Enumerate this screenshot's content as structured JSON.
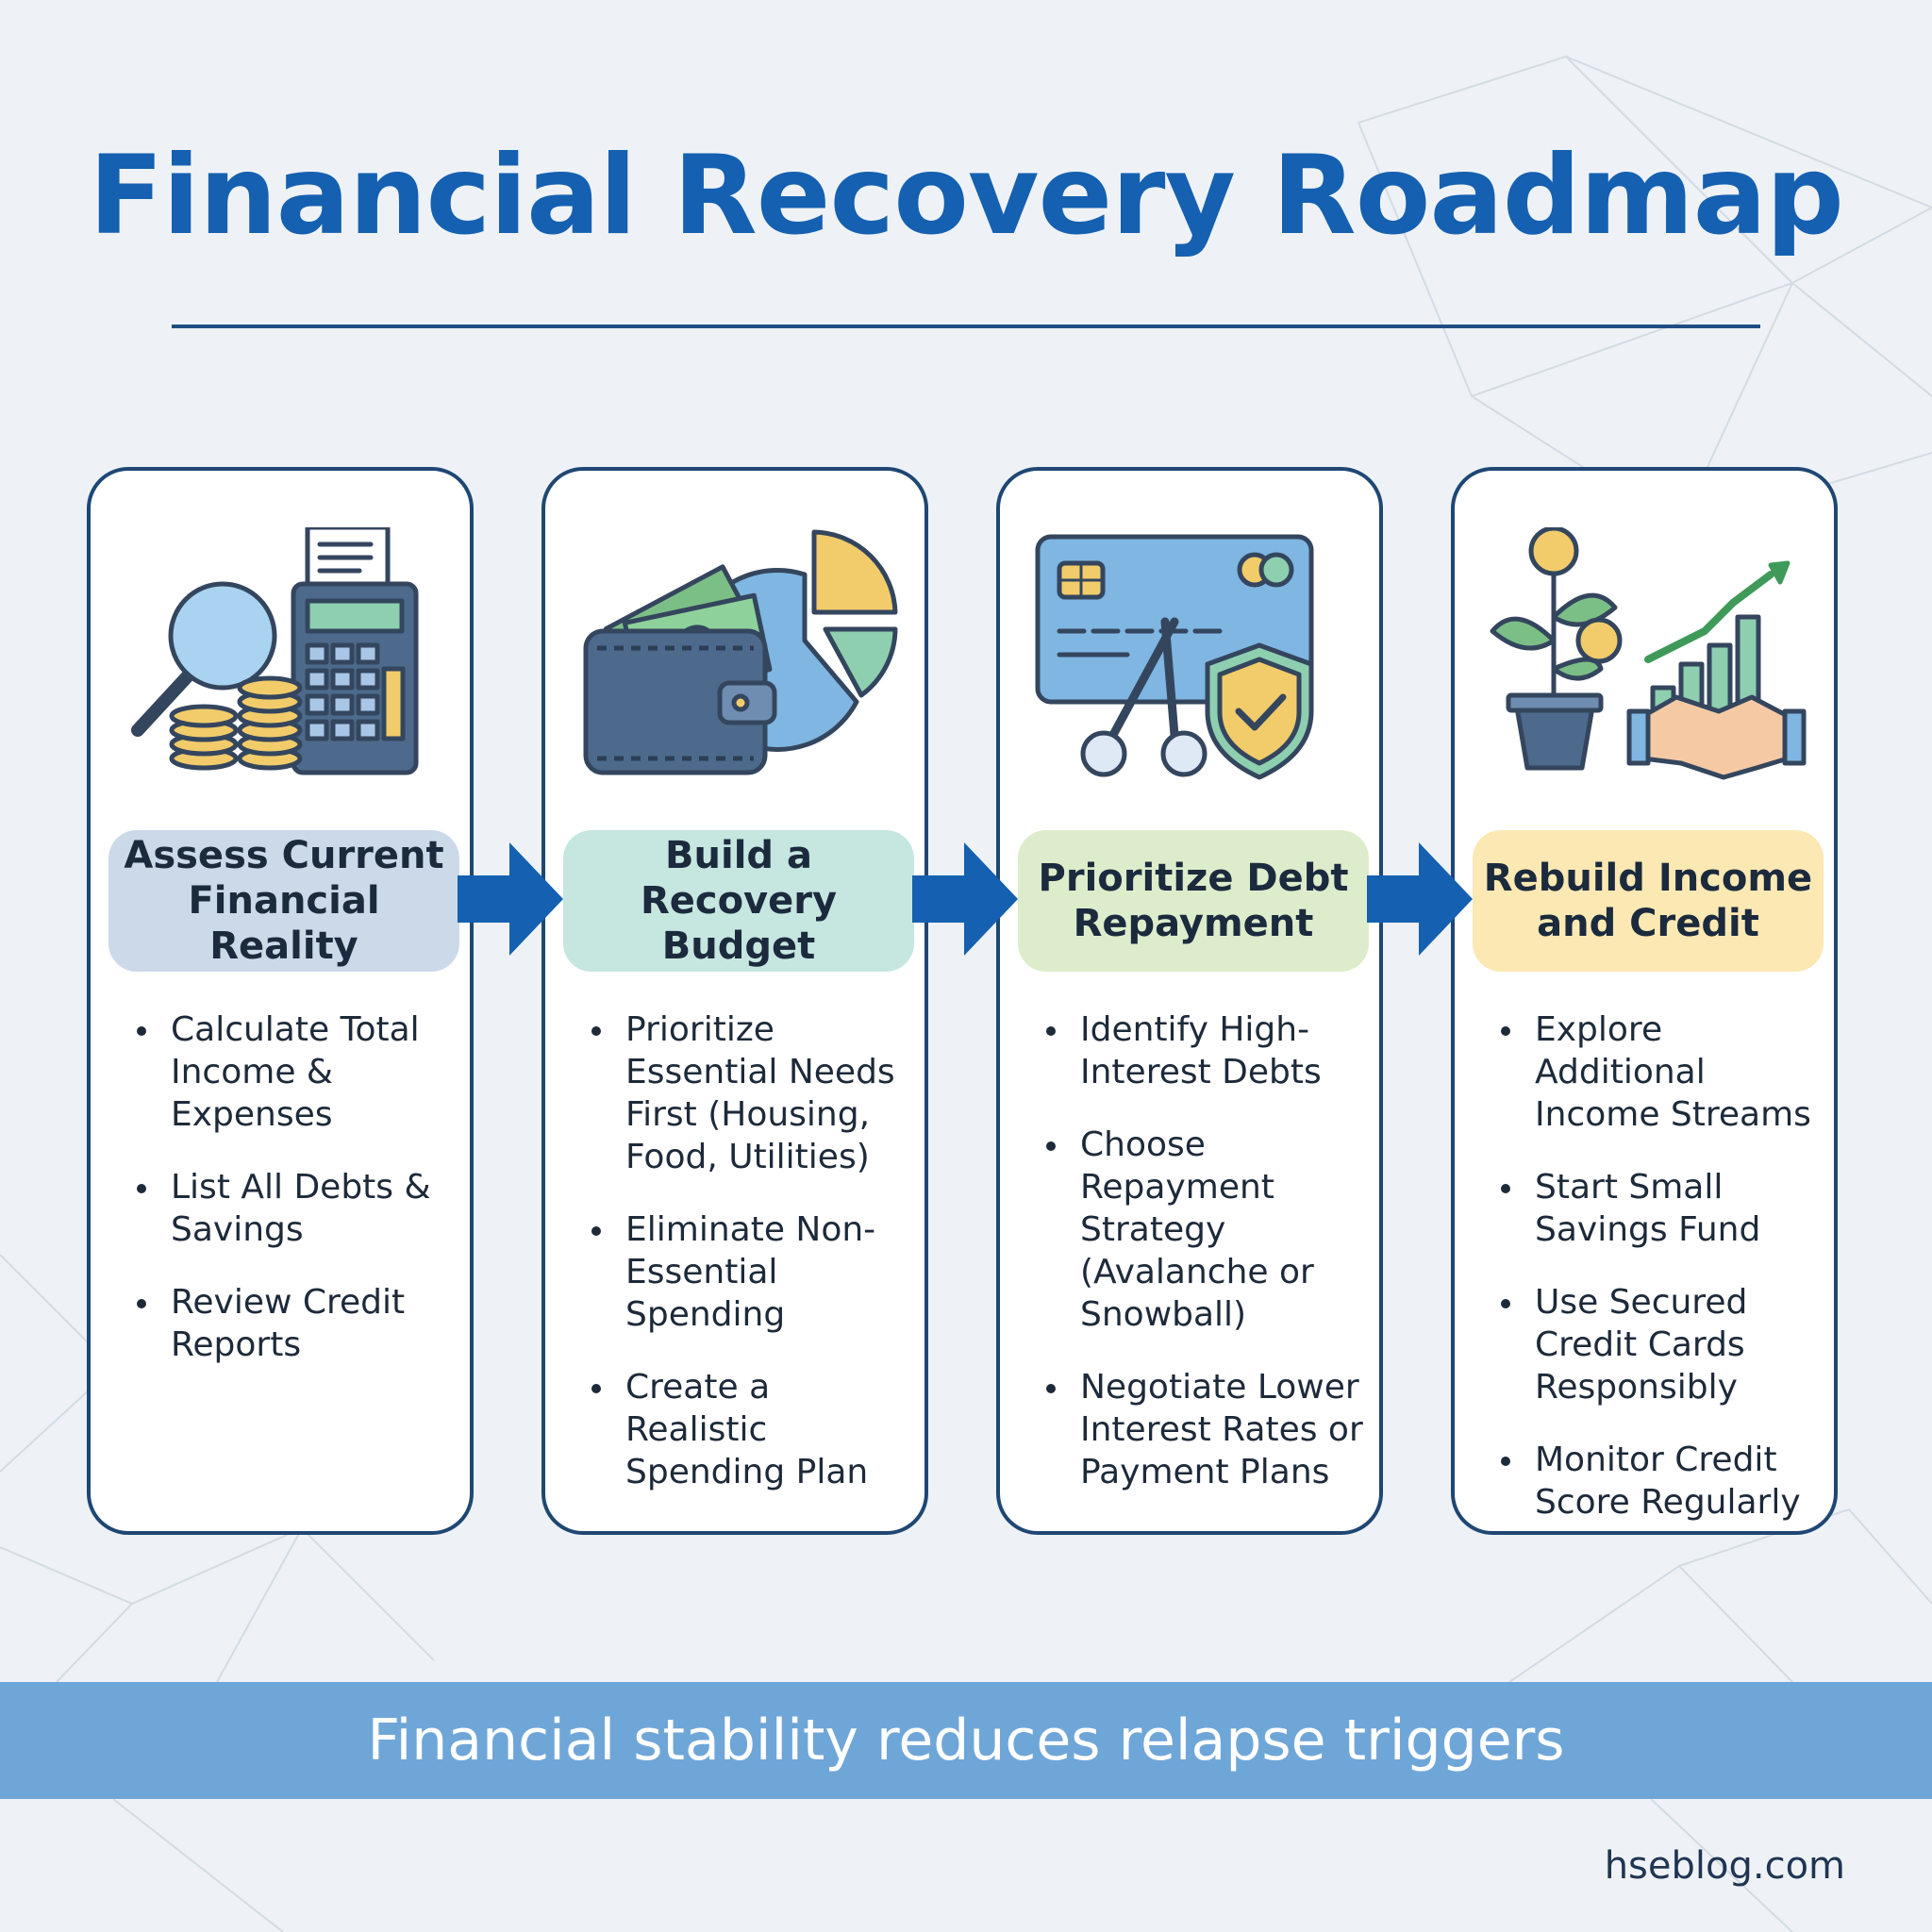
{
  "title": "Financial Recovery Roadmap",
  "steps": [
    {
      "label_line1": "Assess Current",
      "label_line2": "Financial Reality",
      "pill_color": "#ccd9e9",
      "icon": "magnifier-calculator-coins-icon",
      "bullets": [
        "Calculate Total Income & Expenses",
        "List All Debts & Savings",
        "Review Credit Reports"
      ]
    },
    {
      "label_line1": "Build a Recovery",
      "label_line2": "Budget",
      "pill_color": "#c6e6e0",
      "icon": "wallet-cash-pie-chart-icon",
      "bullets": [
        "Prioritize Essential Needs First (Housing, Food, Utilities)",
        "Eliminate Non-Essential Spending",
        "Create a Realistic Spending Plan"
      ]
    },
    {
      "label_line1": "Prioritize Debt",
      "label_line2": "Repayment",
      "pill_color": "#ddeccb",
      "icon": "credit-card-scissors-shield-icon",
      "bullets": [
        "Identify High-Interest Debts",
        "Choose Repayment Strategy (Avalanche or Snowball)",
        "Negotiate Lower Interest Rates or Payment Plans"
      ]
    },
    {
      "label_line1": "Rebuild Income",
      "label_line2": "and Credit",
      "pill_color": "#fbe8b3",
      "icon": "money-plant-growth-handshake-icon",
      "bullets": [
        "Explore Additional Income Streams",
        "Start Small Savings Fund",
        "Use Secured Credit Cards Responsibly",
        "Monitor Credit Score Regularly"
      ]
    }
  ],
  "colors": {
    "title": "#1560b0",
    "arrow": "#1560b0",
    "card_border": "#1f4774",
    "banner": "#6fa6d8"
  },
  "banner_text": "Financial stability reduces relapse triggers",
  "footer": "hseblog.com"
}
